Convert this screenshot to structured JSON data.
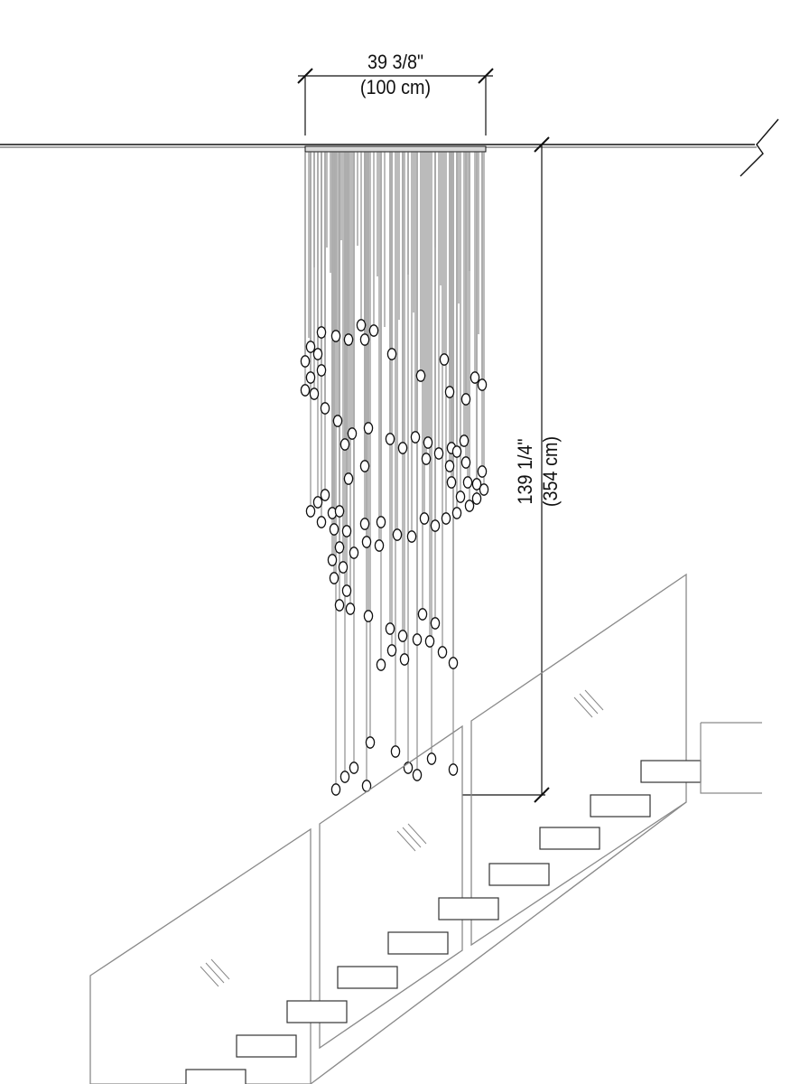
{
  "dimensions": {
    "width": {
      "imperial": "39 3/8\"",
      "metric": "(100 cm)"
    },
    "height": {
      "imperial": "139 1/4\"",
      "metric": "(354 cm)"
    }
  },
  "colors": {
    "ink": "#111111",
    "strand": "#555555",
    "glass": "#8a8a8a"
  }
}
